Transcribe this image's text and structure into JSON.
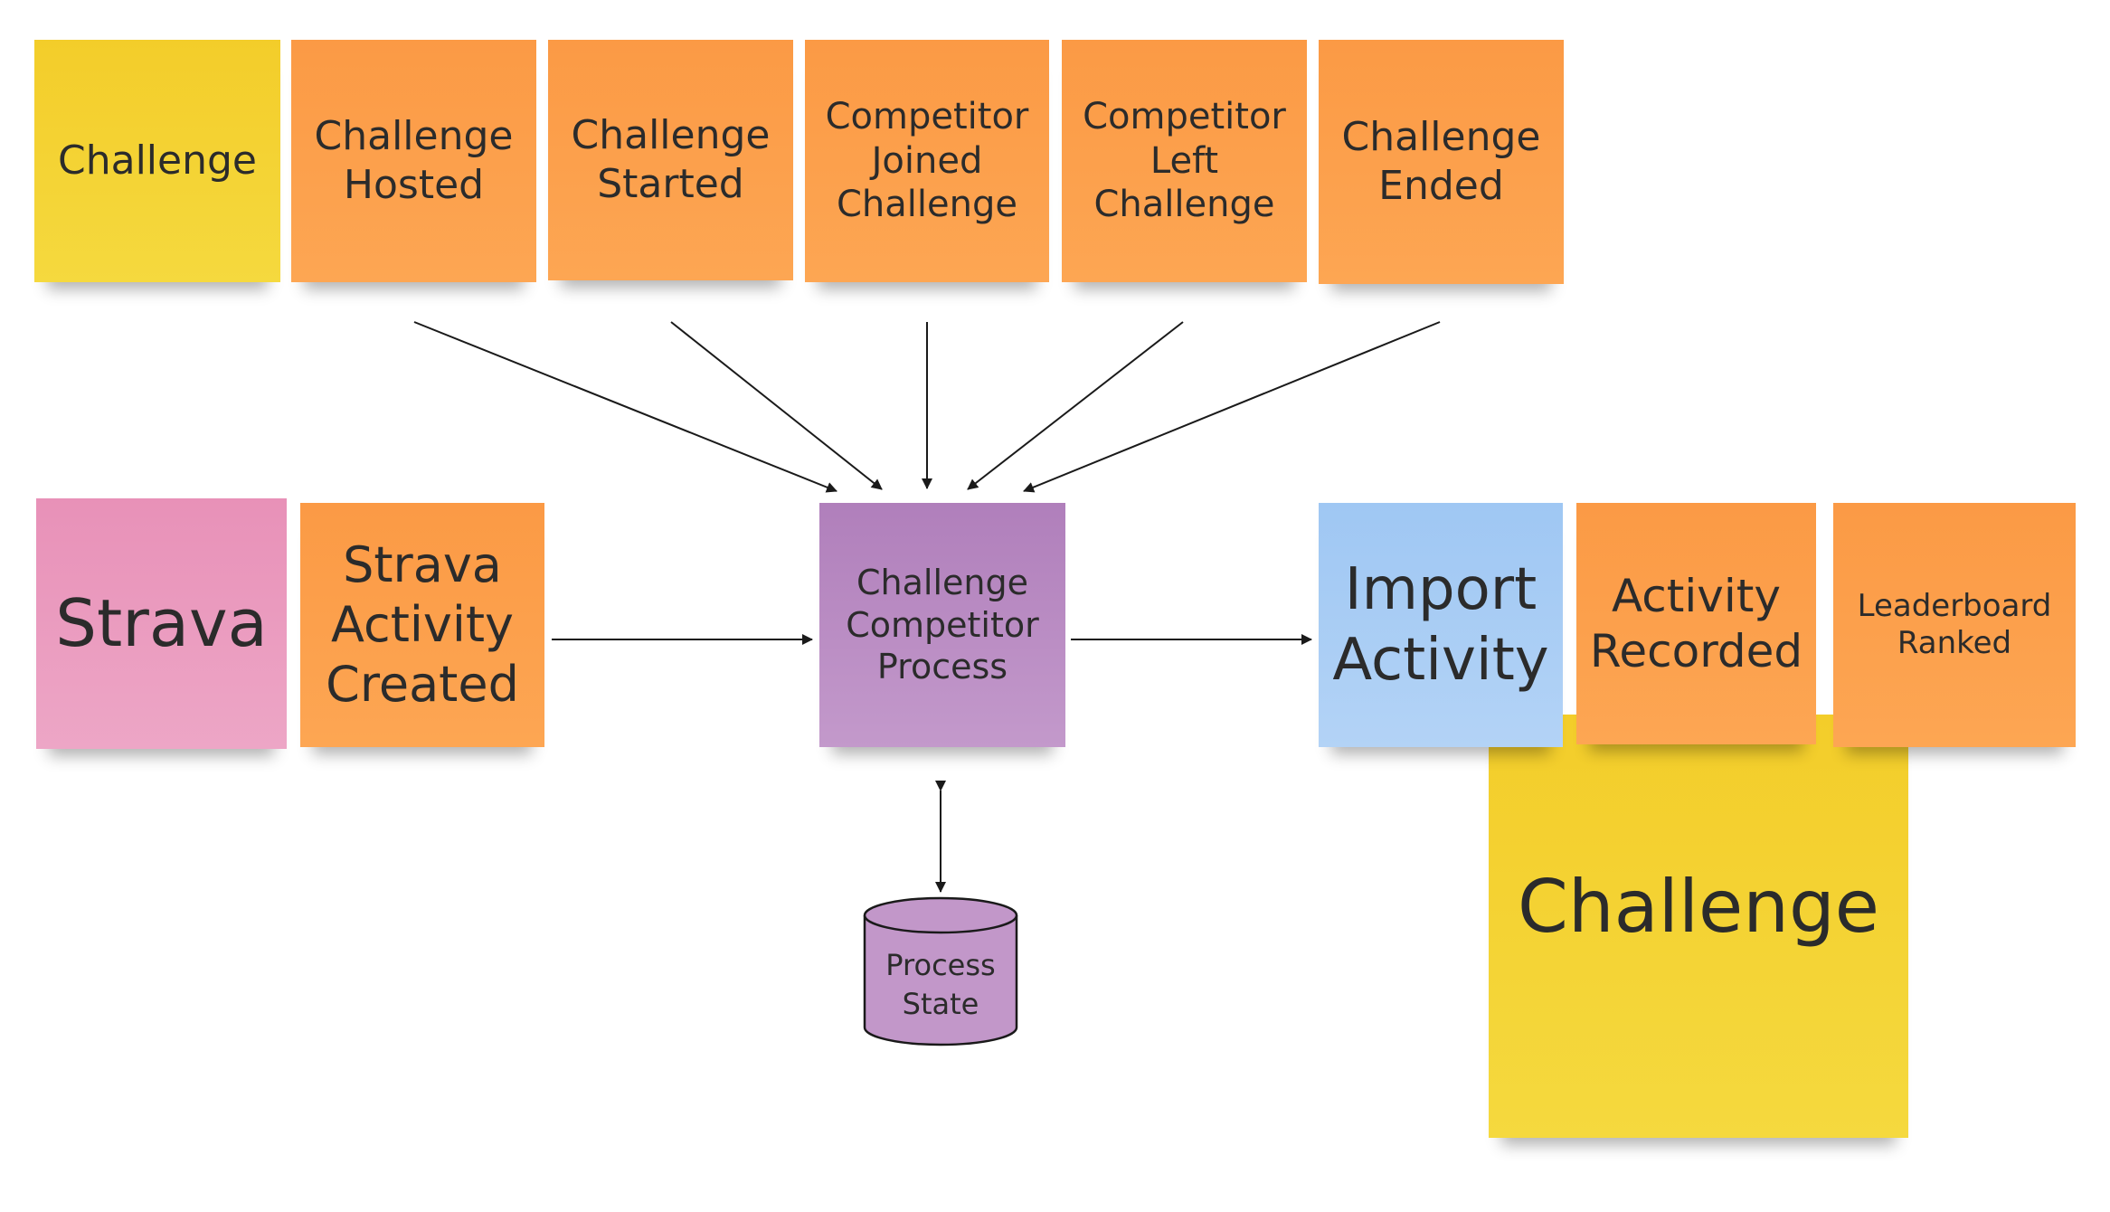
{
  "notes": {
    "challenge_aggregate_top": "Challenge",
    "challenge_hosted": "Challenge\nHosted",
    "challenge_started": "Challenge\nStarted",
    "competitor_joined": "Competitor\nJoined\nChallenge",
    "competitor_left": "Competitor\nLeft\nChallenge",
    "challenge_ended": "Challenge\nEnded",
    "strava": "Strava",
    "strava_activity_created": "Strava\nActivity\nCreated",
    "process": "Challenge\nCompetitor\nProcess",
    "import_activity": "Import\nActivity",
    "activity_recorded": "Activity\nRecorded",
    "leaderboard_ranked": "Leaderboard\nRanked",
    "challenge_aggregate_bottom": "Challenge"
  },
  "database": {
    "label": "Process\nState"
  },
  "colors": {
    "event": "#fc9f4c",
    "aggregate": "#f4d334",
    "external_system": "#eb9bbf",
    "process": "#b98cc3",
    "command": "#a9cdf5",
    "arrow": "#1a1a1a"
  }
}
